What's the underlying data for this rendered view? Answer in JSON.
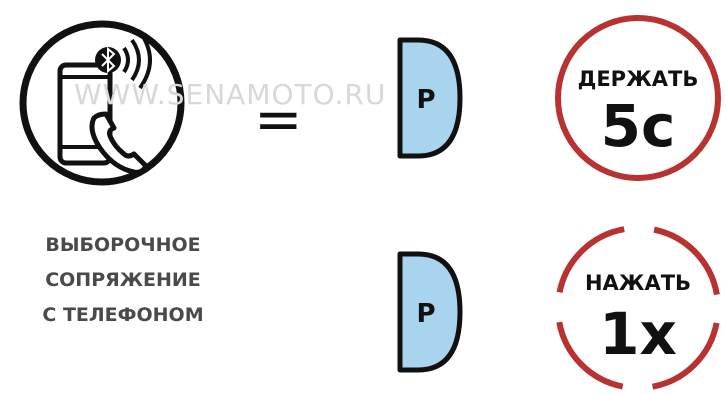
{
  "phone_icon": {
    "name": "phone-bluetooth-icon"
  },
  "watermark": "WWW.SENAMOTO.RU",
  "equals_sign": "=",
  "caption": {
    "line1": "ВЫБОРОЧНОЕ",
    "line2": "СОПРЯЖЕНИЕ",
    "line3": "С ТЕЛЕФОНОМ"
  },
  "buttons": [
    {
      "letter": "P",
      "color": "#a9d4ee"
    },
    {
      "letter": "P",
      "color": "#a9d4ee"
    }
  ],
  "actions": [
    {
      "label": "ДЕРЖАТЬ",
      "value": "5c",
      "ring": "solid",
      "ring_color": "#b83232"
    },
    {
      "label": "НАЖАТЬ",
      "value": "1x",
      "ring": "segmented",
      "ring_color": "#b83232"
    }
  ]
}
